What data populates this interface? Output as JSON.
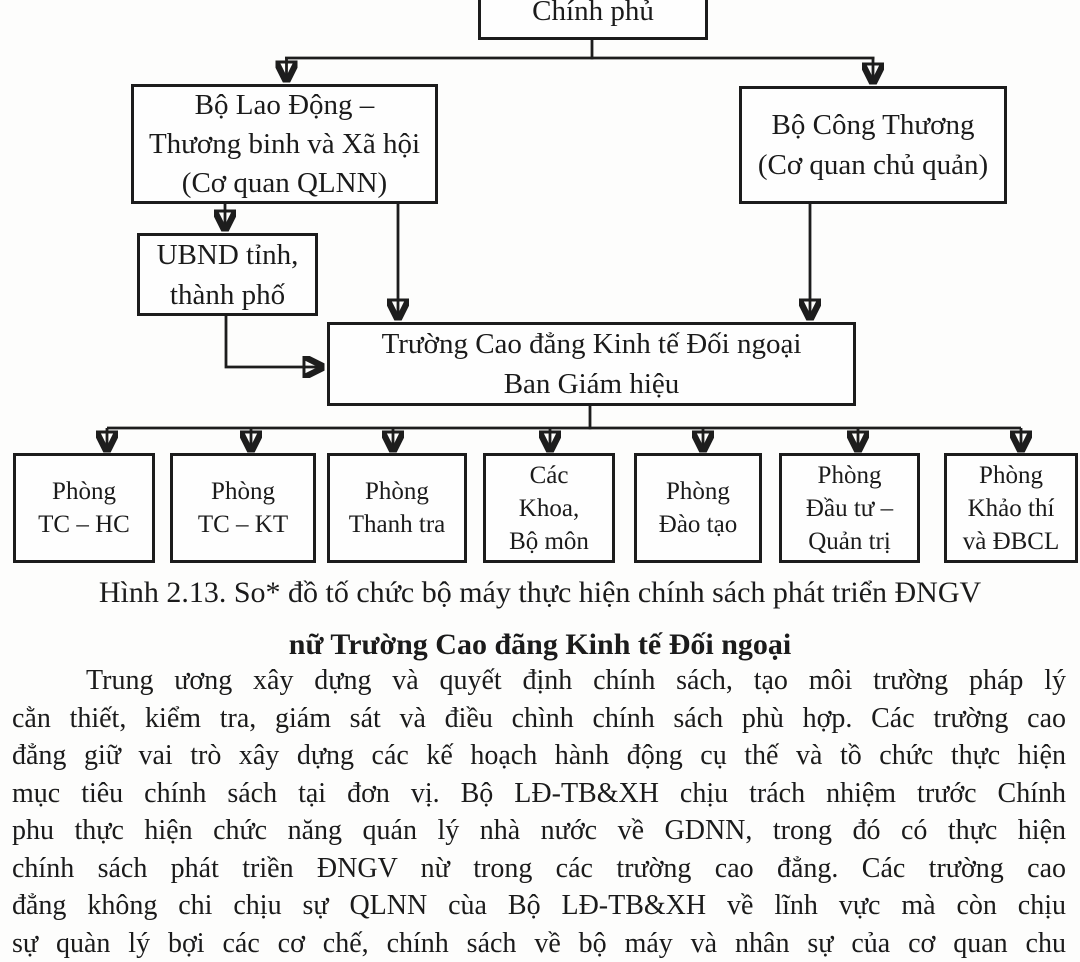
{
  "figure": {
    "nodes": {
      "gov": "Chính phủ",
      "molisa": "Bộ Lao Động –\nThương binh và Xã hội\n(Cơ quan QLNN)",
      "moit": "Bộ Công Thương\n(Cơ quan chủ quản)",
      "ubnd": "UBND tỉnh,\nthành phố",
      "school": "Trường Cao đẳng Kinh tế Đối ngoại\nBan Giám hiệu",
      "units": [
        "Phòng\nTC – HC",
        "Phòng\nTC – KT",
        "Phòng\nThanh tra",
        "Các\nKhoa,\nBộ môn",
        "Phòng\nĐào tạo",
        "Phòng\nĐầu tư –\nQuản trị",
        "Phòng\nKhảo thí\nvà ĐBCL"
      ]
    },
    "caption": "Hình 2.13. So* đồ tố chức bộ máy thực hiện chính sách phát triển ĐNGV",
    "caption_line2": "nữ Trường Cao đãng Kinh tế Đối ngoại"
  },
  "body": {
    "lines": [
      "Trung ương xây dựng và quyết định chính sách, tạo môi trường pháp lý",
      "cằn thiết, kiểm tra, giám sát và điều chình chính sách phù hợp. Các trường cao",
      "đẳng giữ vai trò xây dựng các kế hoạch hành động cụ thế và tồ chức thực hiện",
      "mục tiêu chính sách tại đơn vị. Bộ LĐ-TB&XH chịu trách nhiệm trước Chính",
      "phu thực hiện chức năng quán lý nhà nước về GDNN, trong đó có thực hiện",
      "chính sách phát triền ĐNGV nừ trong các trường cao đẳng. Các trường cao",
      "đẳng không chi chịu sự QLNN cùa Bộ LĐ-TB&XH về lĩnh vực mà còn chịu",
      "sự quàn lý bợi các cơ chế, chính sách về bộ máy và nhân sự của cơ quan chu"
    ]
  },
  "colors": {
    "ink": "#1d1d1d",
    "paper": "#fdfdfc"
  }
}
